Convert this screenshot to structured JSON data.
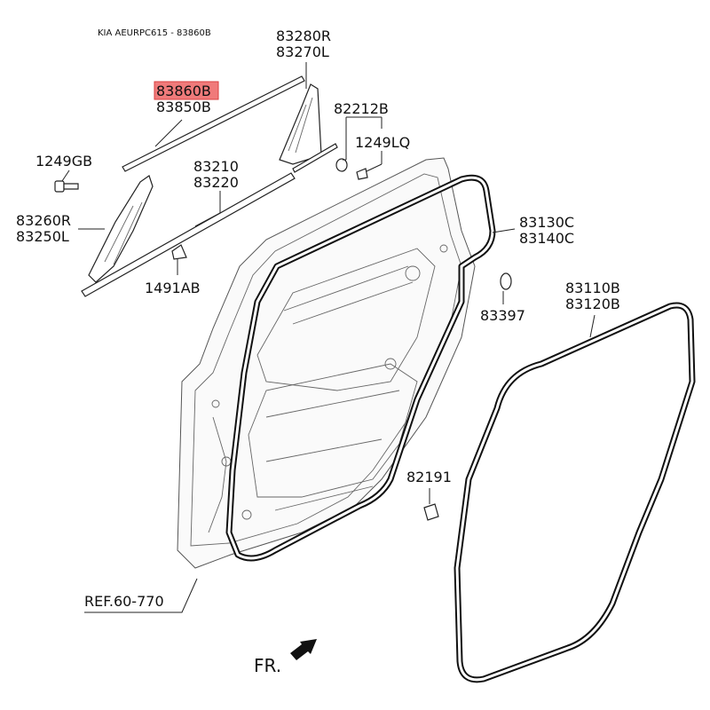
{
  "header": {
    "caption": "KIA AEURPC615 - 83860B"
  },
  "highlight_color": "#f07a7a",
  "labels": {
    "p83280R": "83280R",
    "p83270L": "83270L",
    "p83860B": "83860B",
    "p83850B": "83850B",
    "p82212B": "82212B",
    "p1249LQ": "1249LQ",
    "p1249GB": "1249GB",
    "p83210": "83210",
    "p83220": "83220",
    "p83260R": "83260R",
    "p83250L": "83250L",
    "p1491AB": "1491AB",
    "p83130C": "83130C",
    "p83140C": "83140C",
    "p83397": "83397",
    "p83110B": "83110B",
    "p83120B": "83120B",
    "p82191": "82191",
    "ref": "REF.60-770",
    "front": "FR."
  }
}
